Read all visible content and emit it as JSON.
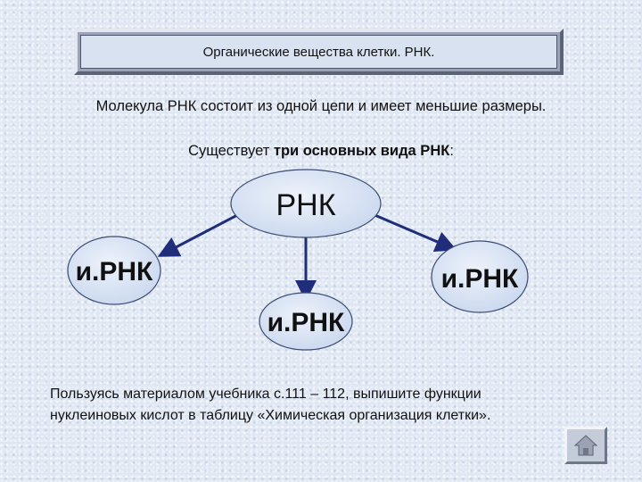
{
  "title": "Органические вещества клетки. РНК.",
  "intro_text": "Молекула РНК состоит из одной цепи и имеет  меньшие размеры.",
  "types_text": {
    "prefix": "Существует ",
    "bold": "три основных вида РНК",
    "suffix": ":"
  },
  "diagram": {
    "root": "РНК",
    "children": [
      "и.РНК",
      "и.РНК",
      "и.РНК"
    ]
  },
  "task_text": {
    "line1": "Пользуясь материалом учебника с.111 – 112, выпишите функции",
    "line2": "нуклеиновых кислот в таблицу «Химическая организация клетки»."
  },
  "nav": {
    "icon": "home-icon"
  },
  "colors": {
    "node_fill": "#dbe6f6",
    "arrow": "#1f2d7a",
    "frame": "#9aa3b8"
  }
}
